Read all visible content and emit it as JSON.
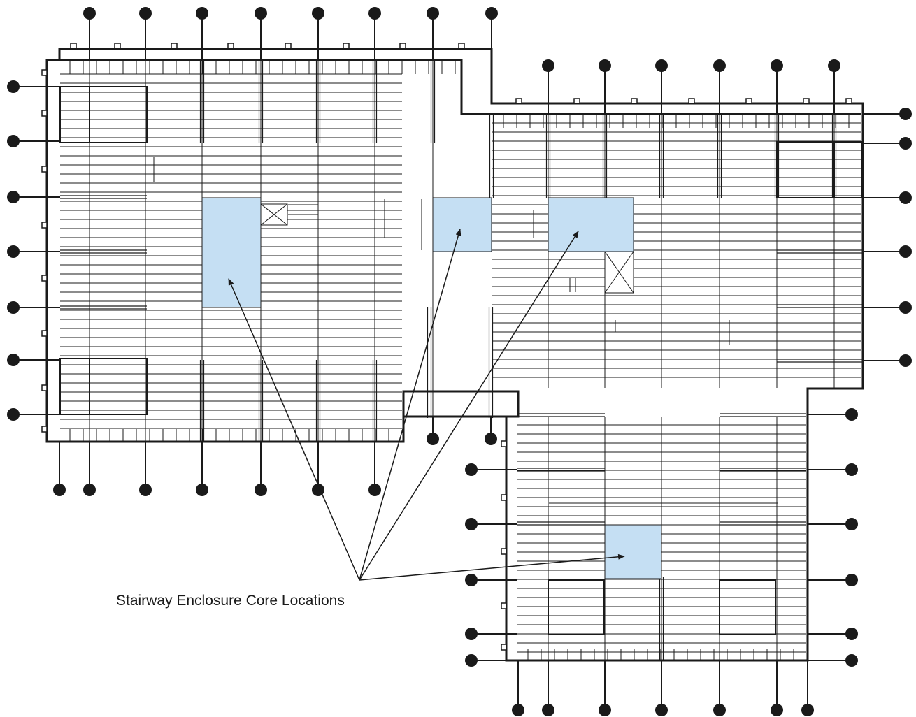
{
  "diagram": {
    "callout_label": "Stairway Enclosure Core Locations",
    "colors": {
      "core_fill": "#c5dff3",
      "line": "#1a1a1a",
      "background": "#ffffff"
    },
    "core_count": 4,
    "shaft_count": 2
  }
}
